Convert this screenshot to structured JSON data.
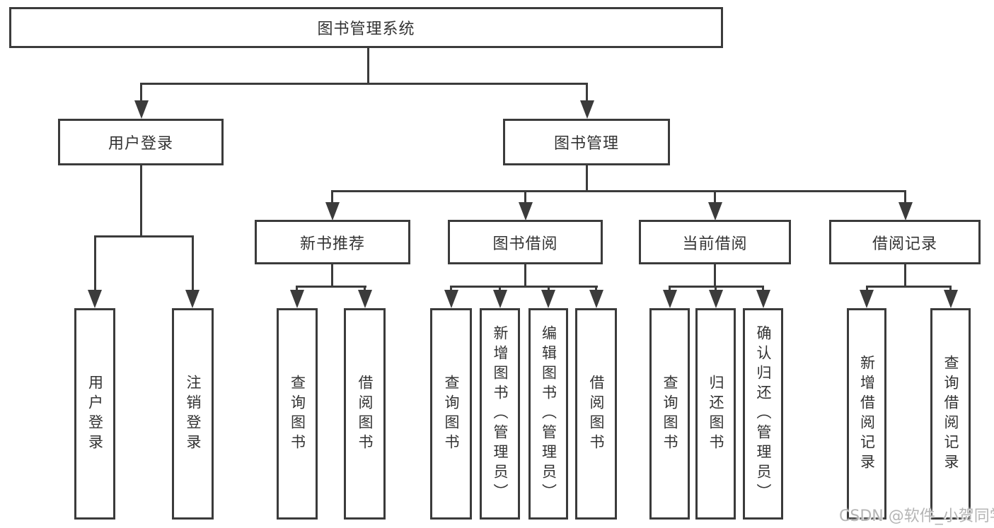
{
  "tree": {
    "root": {
      "label": "图书管理系统"
    },
    "branches": [
      {
        "label": "用户登录",
        "children": [
          {
            "label": "用户登录"
          },
          {
            "label": "注销登录"
          }
        ]
      },
      {
        "label": "图书管理",
        "children": [
          {
            "label": "新书推荐",
            "children": [
              {
                "label": "查询图书"
              },
              {
                "label": "借阅图书"
              }
            ]
          },
          {
            "label": "图书借阅",
            "children": [
              {
                "label": "查询图书"
              },
              {
                "label": "新增图书（管理员）"
              },
              {
                "label": "编辑图书（管理员）"
              },
              {
                "label": "借阅图书"
              }
            ]
          },
          {
            "label": "当前借阅",
            "children": [
              {
                "label": "查询图书"
              },
              {
                "label": "归还图书"
              },
              {
                "label": "确认归还（管理员）"
              }
            ]
          },
          {
            "label": "借阅记录",
            "children": [
              {
                "label": "新增借阅记录"
              },
              {
                "label": "查询借阅记录"
              }
            ]
          }
        ]
      }
    ]
  },
  "watermark": "CSDN @软件_小贺同学",
  "colors": {
    "line": "#3b3b3b",
    "text": "#333333",
    "watermark": "#b5b5b5",
    "background": "#ffffff"
  }
}
